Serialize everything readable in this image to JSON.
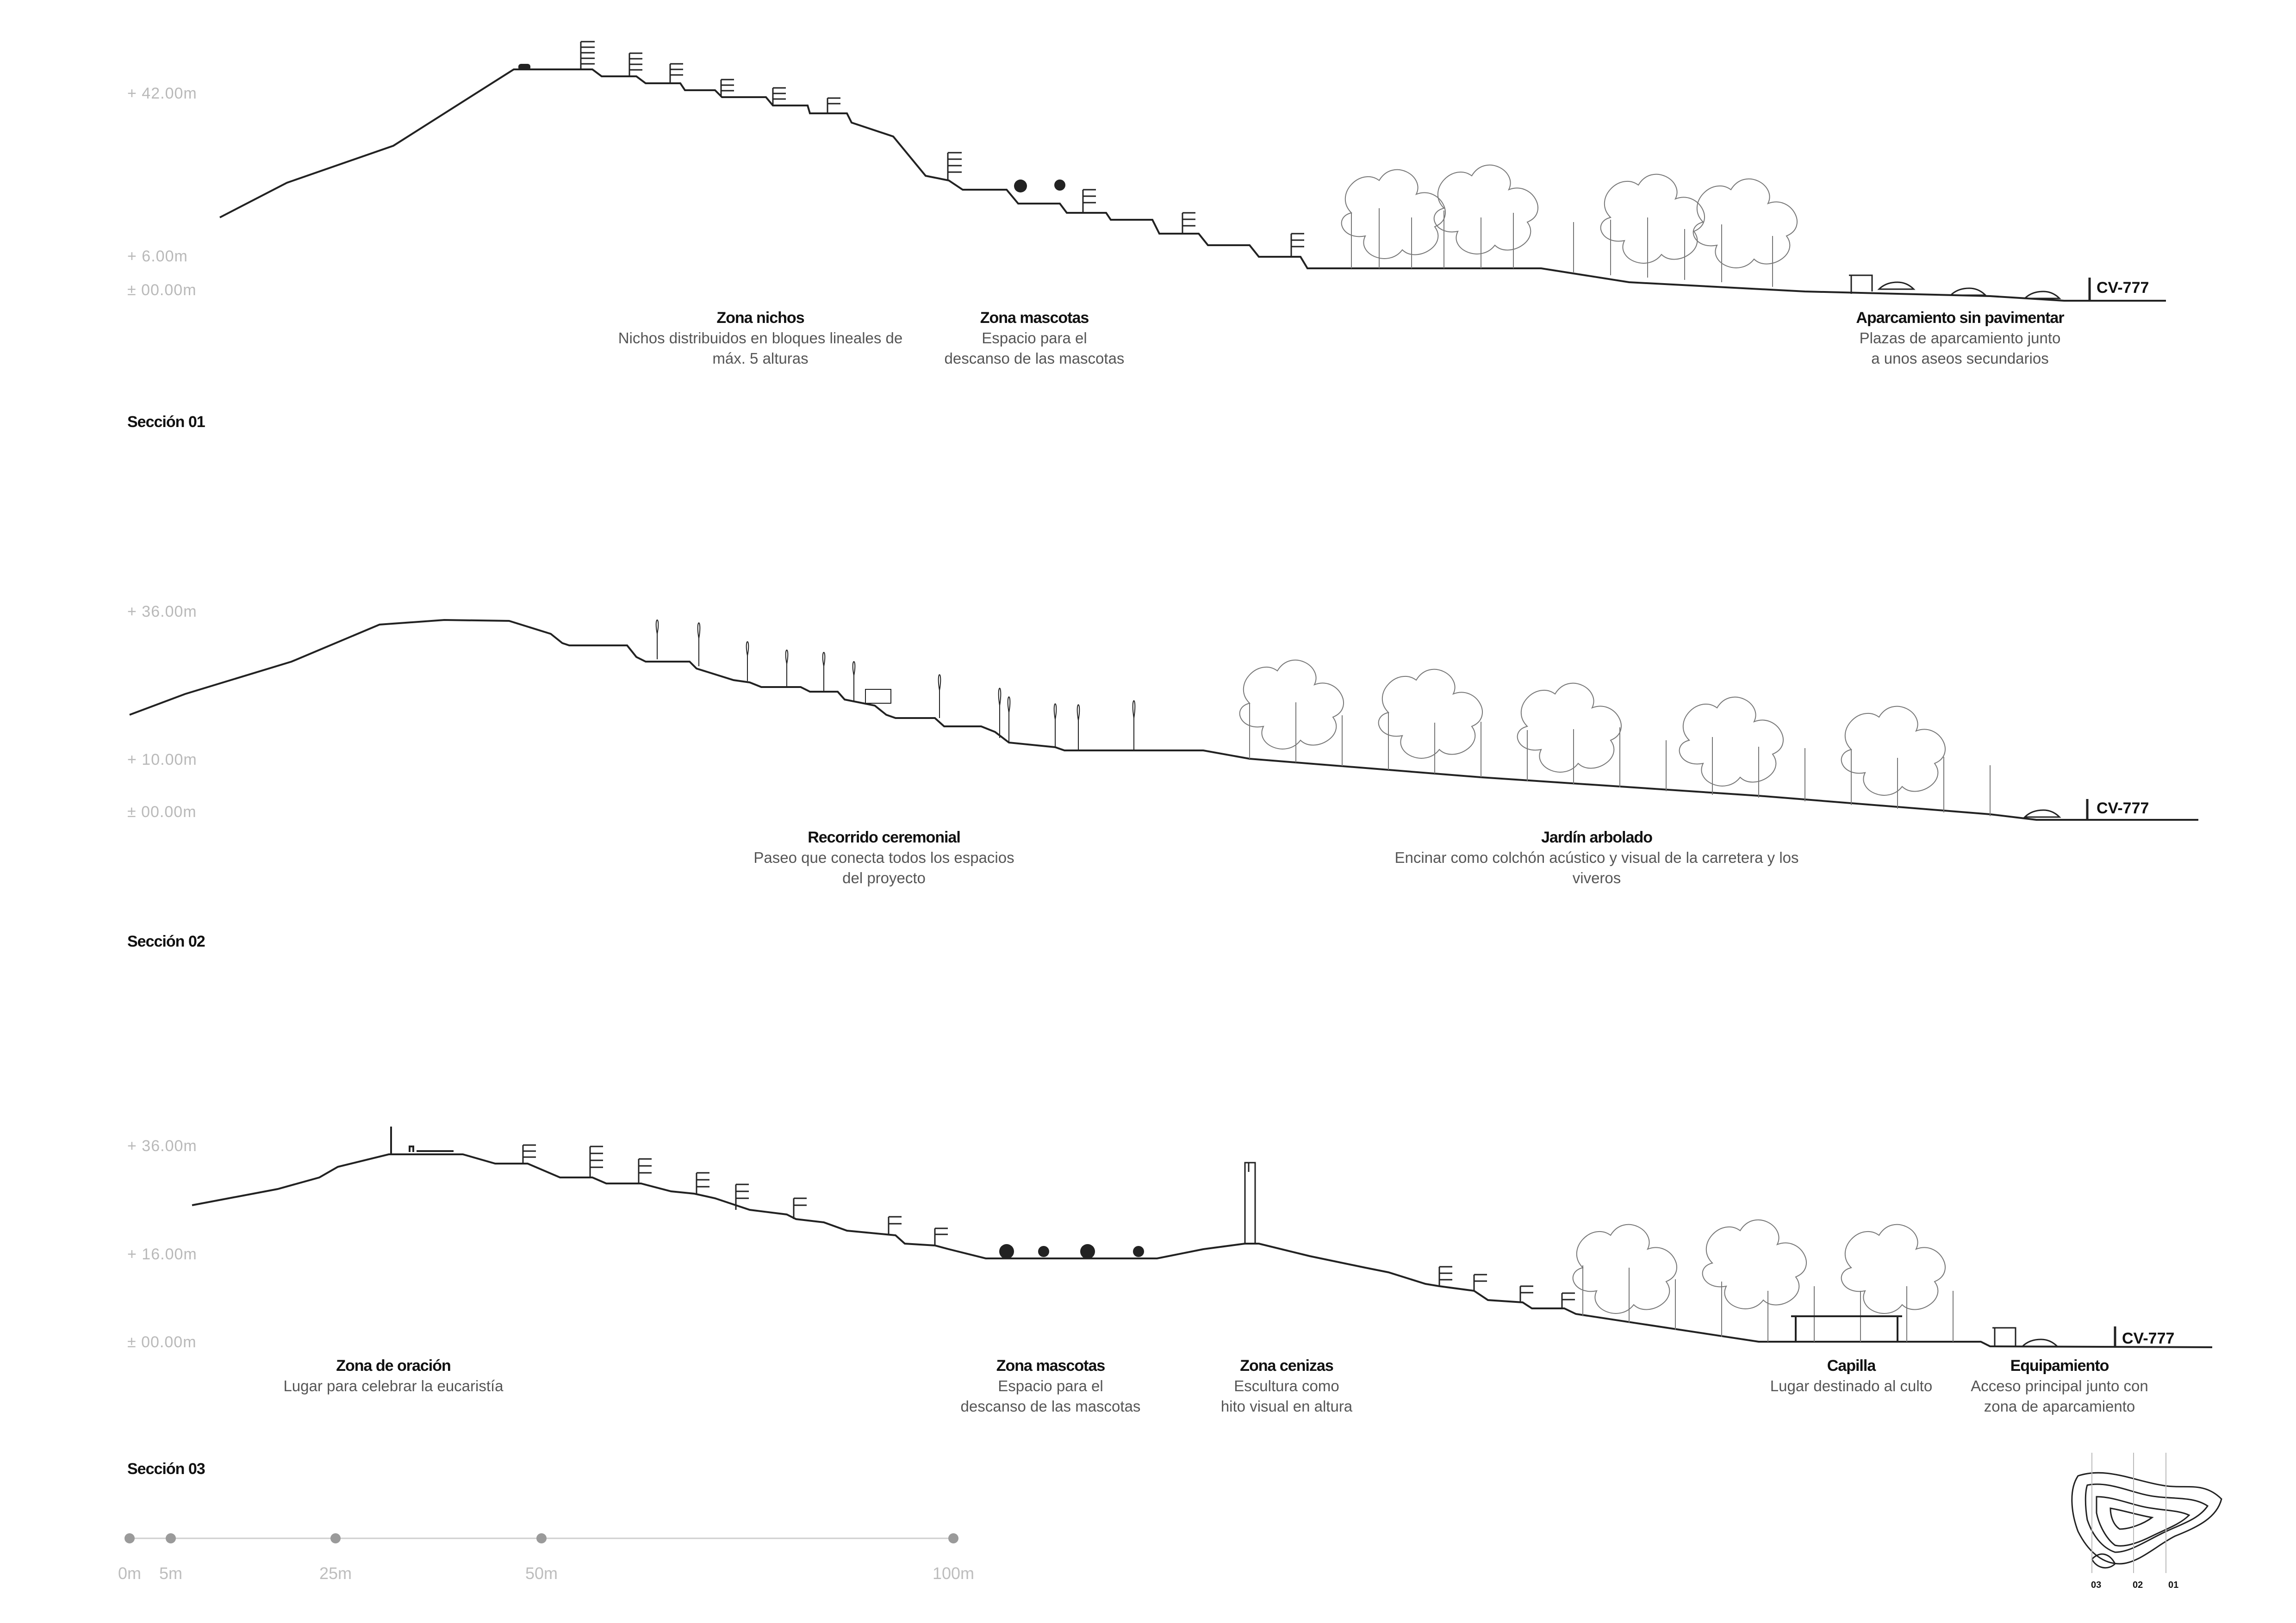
{
  "sections": [
    {
      "title": "Sección 01",
      "levels": [
        "+  42.00m",
        "+  6.00m",
        "±  00.00m"
      ],
      "road": "CV-777",
      "zones": [
        {
          "title": "Zona nichos",
          "desc": [
            "Nichos distribuidos en bloques lineales de",
            "máx. 5 alturas"
          ]
        },
        {
          "title": "Zona mascotas",
          "desc": [
            "Espacio para el",
            "descanso de las mascotas"
          ]
        },
        {
          "title": "Aparcamiento sin pavimentar",
          "desc": [
            "Plazas de aparcamiento junto",
            "a unos aseos secundarios"
          ]
        }
      ]
    },
    {
      "title": "Sección 02",
      "levels": [
        "+  36.00m",
        "+  10.00m",
        "±  00.00m"
      ],
      "road": "CV-777",
      "zones": [
        {
          "title": "Recorrido ceremonial",
          "desc": [
            "Paseo que conecta todos los espacios",
            "del proyecto"
          ]
        },
        {
          "title": "Jardín arbolado",
          "desc": [
            "Encinar como colchón acústico y visual de la carretera y los",
            "viveros"
          ]
        }
      ]
    },
    {
      "title": "Sección 03",
      "levels": [
        "+  36.00m",
        "+  16.00m",
        "±  00.00m"
      ],
      "road": "CV-777",
      "zones": [
        {
          "title": "Zona de oración",
          "desc": [
            "Lugar para celebrar la eucaristía"
          ]
        },
        {
          "title": "Zona mascotas",
          "desc": [
            "Espacio para el",
            "descanso de las mascotas"
          ]
        },
        {
          "title": "Zona cenizas",
          "desc": [
            "Escultura como",
            "hito visual en altura"
          ]
        },
        {
          "title": "Capilla",
          "desc": [
            "Lugar destinado al culto"
          ]
        },
        {
          "title": "Equipamiento",
          "desc": [
            "Acceso principal junto con",
            "zona de aparcamiento"
          ]
        }
      ]
    }
  ],
  "scale": {
    "ticks": [
      {
        "value": 0,
        "label": "0m"
      },
      {
        "value": 5,
        "label": "5m"
      },
      {
        "value": 25,
        "label": "25m"
      },
      {
        "value": 50,
        "label": "50m"
      },
      {
        "value": 100,
        "label": "100m"
      }
    ]
  },
  "minimap": {
    "labels": [
      "03",
      "02",
      "01"
    ]
  }
}
